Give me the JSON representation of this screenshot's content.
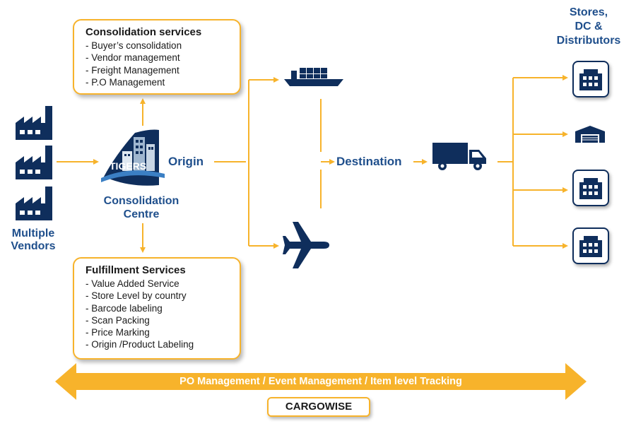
{
  "colors": {
    "navy": "#0f2e5c",
    "blue_text": "#1f4f8c",
    "orange": "#f7b32b"
  },
  "consolidation": {
    "title": "Consolidation services",
    "items": [
      "- Buyer’s consolidation",
      "- Vendor management",
      "- Freight Management",
      "- P.O Management"
    ]
  },
  "fulfillment": {
    "title": "Fulfillment Services",
    "items": [
      "- Value Added Service",
      "- Store Level by country",
      "- Barcode labeling",
      "- Scan Packing",
      "- Price Marking",
      "- Origin /Product Labeling"
    ]
  },
  "vendors": {
    "label_line1": "Multiple",
    "label_line2": "Vendors",
    "icon": "factory-icon"
  },
  "centre": {
    "label_line1": "Consolidation",
    "label_line2": "Centre",
    "logo_text": "TIGERS"
  },
  "origin_label": "Origin",
  "destination_label": "Destination",
  "stores": {
    "line1": "Stores,",
    "line2": "DC &",
    "line3": "Distributors"
  },
  "transport_icons": [
    "ship-icon",
    "plane-icon",
    "truck-icon"
  ],
  "banner_text": "PO Management / Event Management / Item level Tracking",
  "cargowise_label": "CARGOWISE"
}
